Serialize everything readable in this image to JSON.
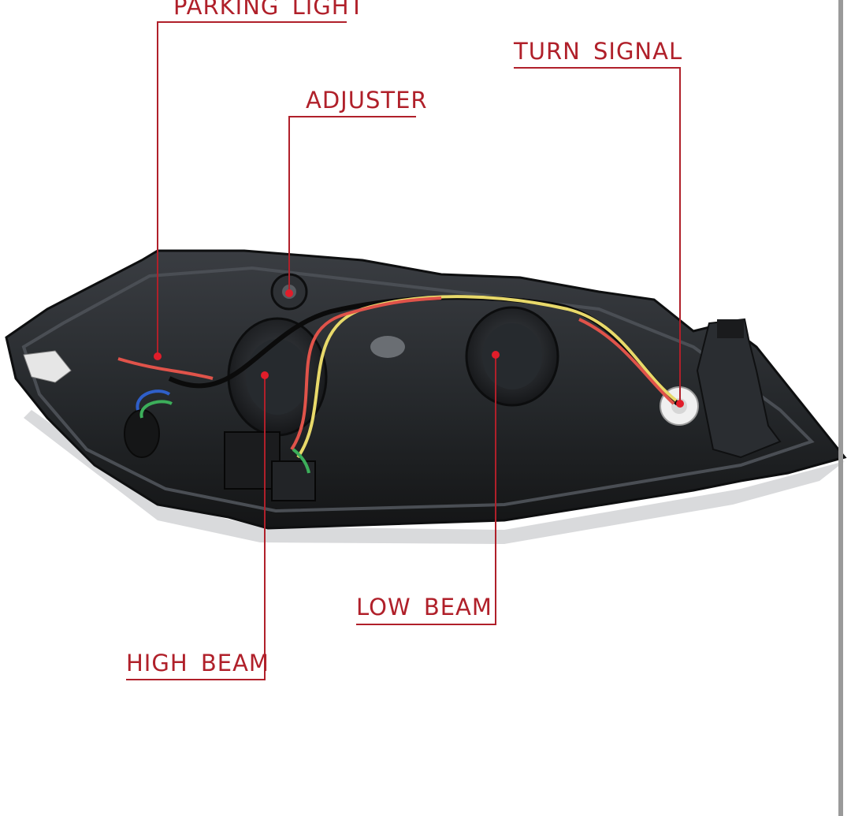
{
  "callouts": {
    "parking_light": "PARKING LIGHT",
    "adjuster": "ADJUSTER",
    "turn_signal": "TURN SIGNAL",
    "low_beam": "LOW BEAM",
    "high_beam": "HIGH BEAM"
  },
  "colors": {
    "label_text": "#b0202a",
    "leader_line": "#b0202a",
    "marker_dot": "#e11d2a",
    "housing_dark": "#1d1f22",
    "housing_mid": "#2c2f33",
    "housing_light": "#3d4146",
    "background": "#ffffff"
  }
}
